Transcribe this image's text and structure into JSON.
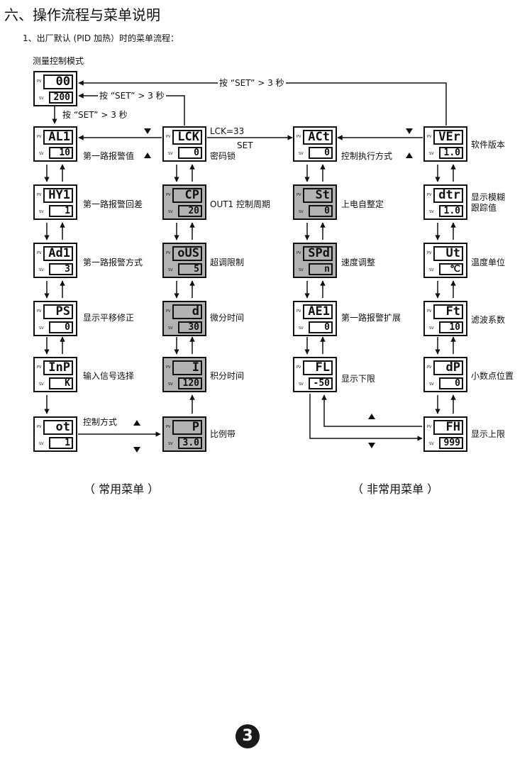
{
  "title": "六、操作流程与菜单说明",
  "subtitle": "1、出厂默认 (PID 加热）时的菜单流程：",
  "mode_label": "测量控制模式",
  "pv_tag": "PV",
  "sv_tag": "SV",
  "measure": {
    "pv": "00",
    "sv": "200"
  },
  "transitions": {
    "set3_top": "按  “SET” > 3 秒",
    "set3_back": "按  “SET” > 3 秒",
    "set3_down": "按  “SET” > 3 秒",
    "lck": "LCK=33",
    "set": "SET"
  },
  "col1": [
    {
      "pv": "AL1",
      "sv": "10",
      "label": "第一路报警值"
    },
    {
      "pv": "HY1",
      "sv": "1",
      "label": "第一路报警回差"
    },
    {
      "pv": "Ad1",
      "sv": "3",
      "label": "第一路报警方式"
    },
    {
      "pv": "PS",
      "sv": "0",
      "label": "显示平移修正"
    },
    {
      "pv": "InP",
      "sv": "K",
      "label": "输入信号选择"
    },
    {
      "pv": "ot",
      "sv": "1",
      "label": "控制方式"
    }
  ],
  "col2": [
    {
      "pv": "LCK",
      "sv": "0",
      "label": "密码锁"
    },
    {
      "pv": "CP",
      "sv": "20",
      "label": "OUT1 控制周期"
    },
    {
      "pv": "oUS",
      "sv": "5",
      "label": "超调限制"
    },
    {
      "pv": "d",
      "sv": "30",
      "label": "微分时间"
    },
    {
      "pv": "I",
      "sv": "120",
      "label": "积分时间"
    },
    {
      "pv": "P",
      "sv": "3.0",
      "label": "比例带"
    }
  ],
  "col3": [
    {
      "pv": "ACt",
      "sv": "0",
      "label": "控制执行方式"
    },
    {
      "pv": "St",
      "sv": "0",
      "label": "上电自整定"
    },
    {
      "pv": "SPd",
      "sv": "n",
      "label": "速度调整"
    },
    {
      "pv": "AE1",
      "sv": "0",
      "label": "第一路报警扩展"
    },
    {
      "pv": "FL",
      "sv": "-50",
      "label": "显示下限"
    }
  ],
  "col4": [
    {
      "pv": "VEr",
      "sv": "1.0",
      "label": "软件版本"
    },
    {
      "pv": "dtr",
      "sv": "1.0",
      "label": "显示模糊跟踪值"
    },
    {
      "pv": "Ut",
      "sv": "℃",
      "label": "温度单位"
    },
    {
      "pv": "Ft",
      "sv": "10",
      "label": "滤波系数"
    },
    {
      "pv": "dP",
      "sv": "0",
      "label": "小数点位置"
    },
    {
      "pv": "FH",
      "sv": "999",
      "label": "显示上限"
    }
  ],
  "caption_common": "（ 常用菜单 ）",
  "caption_uncommon": "（ 非常用菜单 ）",
  "page_number": "3"
}
